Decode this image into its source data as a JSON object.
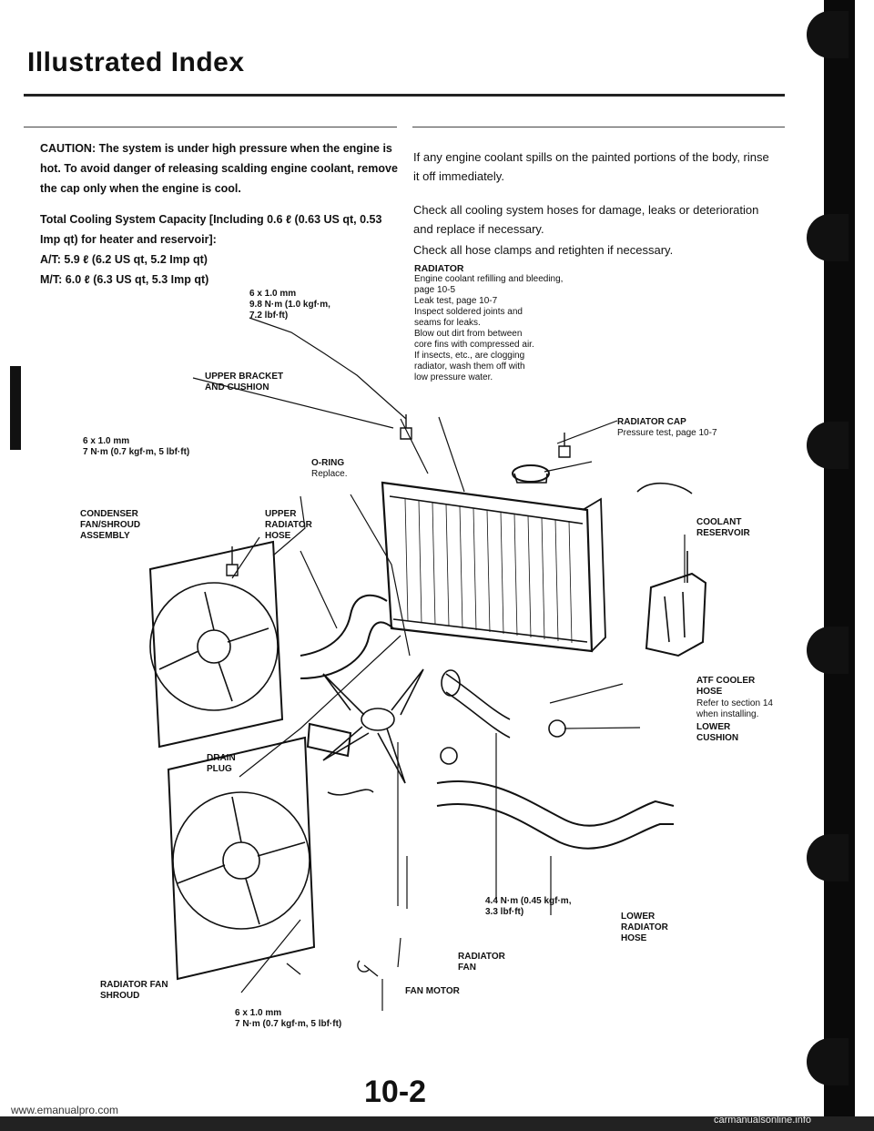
{
  "header": {
    "title": "Illustrated Index"
  },
  "caution": {
    "p1": "CAUTION: The system is under high pressure when the engine is hot. To avoid danger of releasing scalding engine coolant, remove the cap only when the engine is cool.",
    "p2": "Total Cooling System Capacity [Including 0.6 ℓ (0.63 US qt, 0.53 Imp qt) for heater and reservoir]:",
    "p3": "A/T: 5.9 ℓ (6.2 US qt, 5.2 Imp qt)",
    "p4": "M/T: 6.0 ℓ (6.3 US qt, 5.3 Imp qt)"
  },
  "notes": {
    "p1": "If any engine coolant spills on the painted portions of the body, rinse it off immediately.",
    "p2": "Check all cooling system hoses for damage, leaks or deterioration and replace if necessary.",
    "p3": "Check all hose clamps and retighten if necessary."
  },
  "labels": {
    "radiator_title": "RADIATOR",
    "radiator_text": "Engine coolant refilling and bleeding,\npage 10-5\nLeak test, page 10-7\nInspect soldered joints and\nseams for leaks.\nBlow out dirt from between\ncore fins with compressed air.\nIf insects, etc., are clogging\nradiator, wash them off with\nlow pressure water.",
    "bolt_spec_1": "6 x 1.0 mm\n9.8 N·m (1.0 kgf·m,\n7.2 lbf·ft)",
    "upper_bracket": "UPPER BRACKET\nAND CUSHION",
    "radiator_cap_title": "RADIATOR CAP",
    "radiator_cap_text": "Pressure test, page 10-7",
    "bolt_spec_2": "6 x 1.0 mm\n7 N·m (0.7 kgf·m, 5 lbf·ft)",
    "oring_title": "O-RING",
    "oring_text": "Replace.",
    "condenser_fan": "CONDENSER\nFAN/SHROUD\nASSEMBLY",
    "upper_hose": "UPPER\nRADIATOR\nHOSE",
    "coolant_reservoir": "COOLANT\nRESERVOIR",
    "atf_hose_title": "ATF COOLER\nHOSE",
    "atf_hose_text": "Refer to section 14\nwhen installing.",
    "drain_plug": "DRAIN\nPLUG",
    "lower_cushion": "LOWER\nCUSHION",
    "torque_fan": "4.4 N·m (0.45 kgf·m,\n3.3 lbf·ft)",
    "lower_hose": "LOWER\nRADIATOR\nHOSE",
    "radiator_fan": "RADIATOR\nFAN",
    "fan_shroud": "RADIATOR FAN\nSHROUD",
    "fan_motor": "FAN MOTOR",
    "bolt_spec_3": "6 x 1.0 mm\n7 N·m (0.7 kgf·m, 5 lbf·ft)"
  },
  "footer": {
    "page_number": "10-2",
    "watermark": "www.emanualpro.com",
    "watermark_right": "carmanualsonline.info"
  }
}
